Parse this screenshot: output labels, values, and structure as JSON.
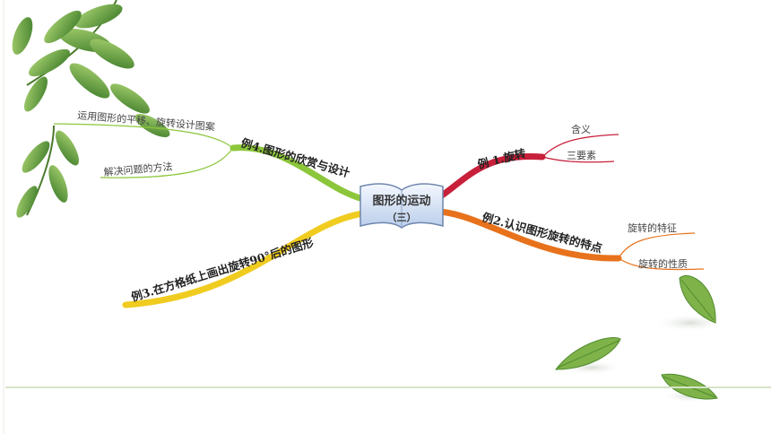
{
  "center": {
    "line1": "图形的运动",
    "line2": "（三）"
  },
  "branches": [
    {
      "label": "例 1.旋转",
      "color": "#c8203a",
      "children": [
        "含义",
        "三要素"
      ]
    },
    {
      "label": "例2.认识图形旋转的特点",
      "color": "#e8721c",
      "children": [
        "旋转的特征",
        "旋转的性质"
      ]
    },
    {
      "label": "例3.在方格纸上画出旋转90°后的图形",
      "color": "#f0cc20",
      "children": []
    },
    {
      "label": "例4.图形的欣赏与设计",
      "color": "#8cc63a",
      "children": [
        "运用图形的平移、旋转设计图案",
        "解决问题的方法"
      ]
    }
  ],
  "colors": {
    "leaf_dark": "#3f7d2a",
    "leaf_light": "#8fc25a",
    "bottom_line": "#d6e3c6"
  }
}
